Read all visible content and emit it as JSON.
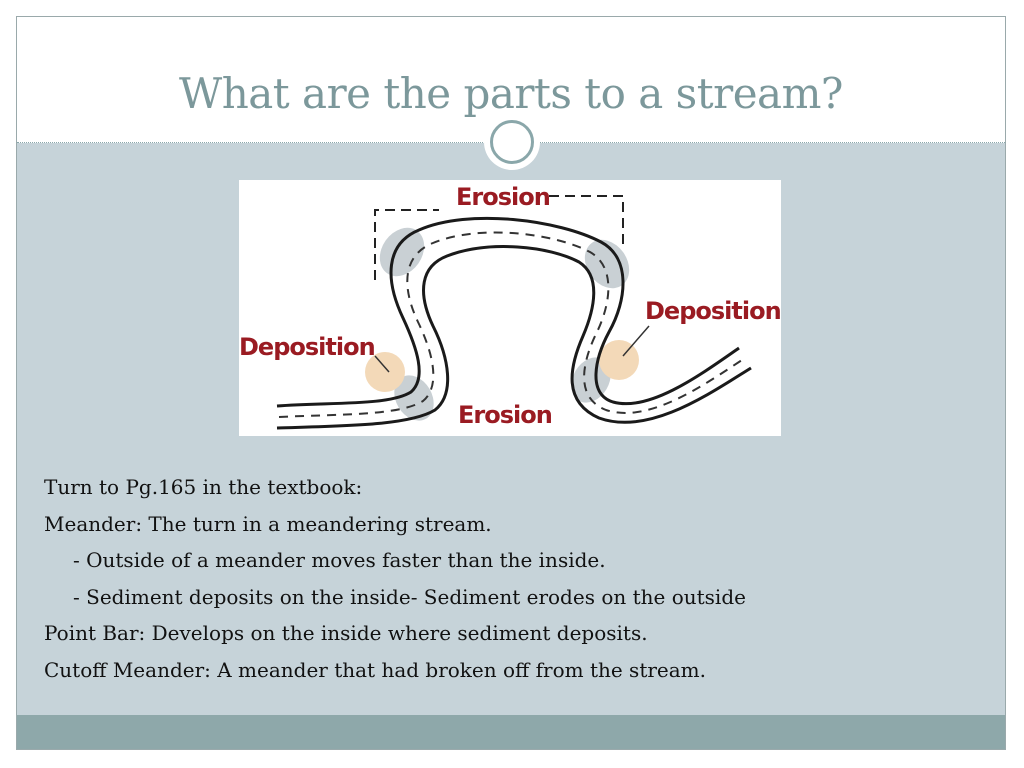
{
  "slide": {
    "title": "What are the parts to a stream?"
  },
  "diagram": {
    "labels": {
      "erosion_top": "Erosion",
      "deposition_right": "Deposition",
      "deposition_left": "Deposition",
      "erosion_bottom": "Erosion"
    },
    "colors": {
      "label": "#9a1b22",
      "erosion_zone": "#c9d0d4",
      "deposition_zone": "#f3d9b8"
    }
  },
  "body": {
    "lines": [
      "Turn to Pg.165 in the textbook:",
      "Meander: The turn in a meandering stream.",
      "- Outside of a meander moves faster than the inside.",
      "- Sediment deposits on the inside- Sediment erodes on the outside",
      "Point Bar: Develops on the inside where sediment deposits.",
      "Cutoff Meander: A meander that had broken off from the stream."
    ]
  },
  "theme": {
    "title_color": "#7c989b",
    "content_bg": "#c6d3d9",
    "footer_bg": "#8ea8aa"
  }
}
